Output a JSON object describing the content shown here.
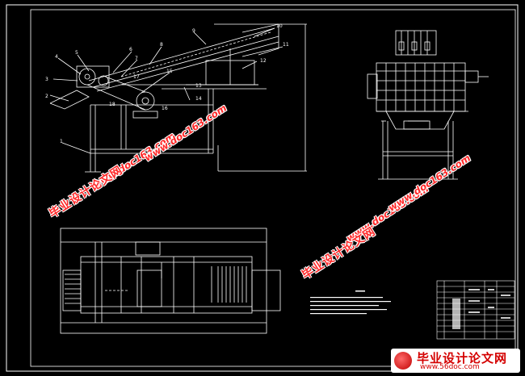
{
  "watermarks": {
    "site_name": "毕业设计论文网",
    "url": "www.doc163.com"
  },
  "badge": {
    "title": "毕业设计论文网",
    "url": "www.56doc.com"
  },
  "part_numbers": [
    "1",
    "2",
    "3",
    "4",
    "5",
    "6",
    "7",
    "8",
    "9",
    "10",
    "11",
    "12",
    "13",
    "14",
    "15",
    "16",
    "17",
    "18"
  ],
  "colors": {
    "background": "#000000",
    "lines": "#ffffff",
    "watermark": "#ff2a2a"
  }
}
